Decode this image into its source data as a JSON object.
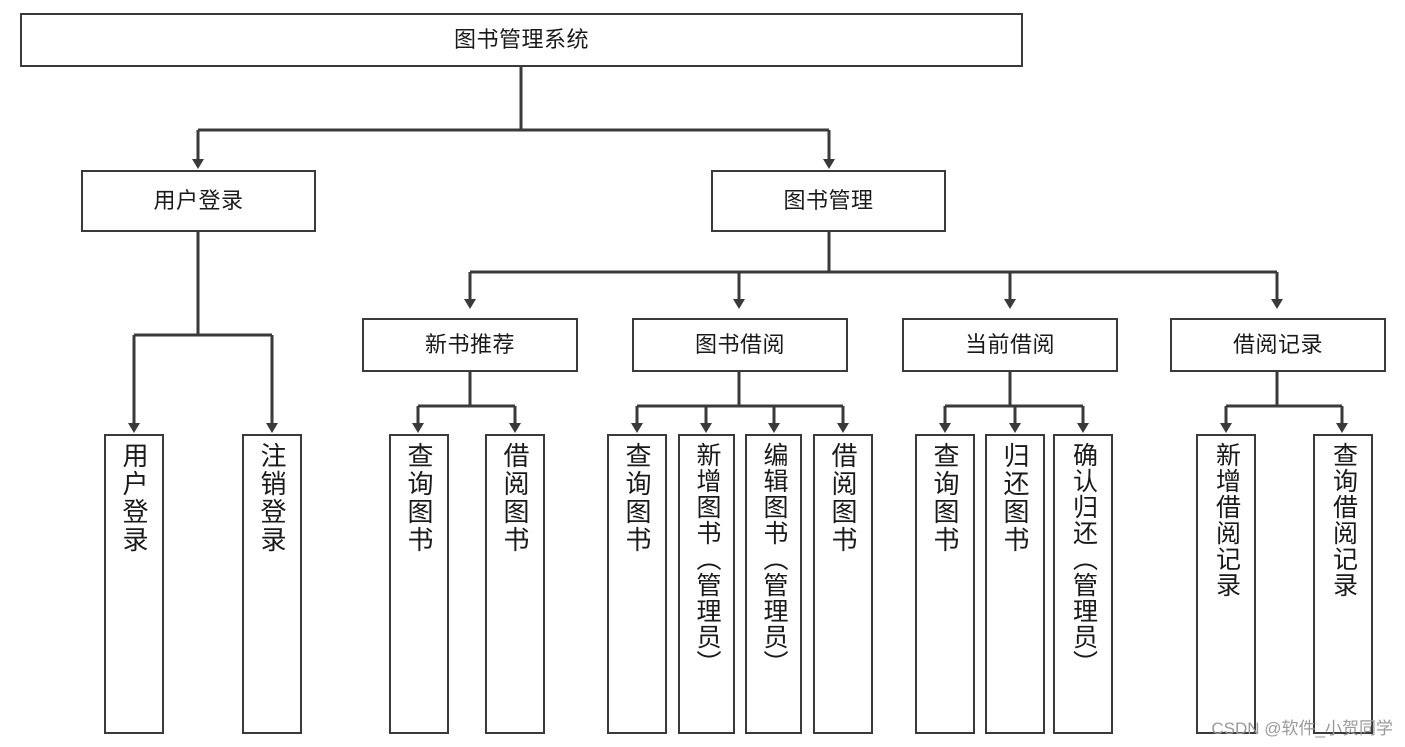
{
  "diagram": {
    "title": "图书管理系统",
    "type": "tree",
    "orientation": "top-down",
    "stroke_color": "#3a3a3a",
    "background_color": "#ffffff",
    "text_color": "#1a1a1a"
  },
  "root": {
    "label": "图书管理系统"
  },
  "level2": [
    {
      "label": "用户登录"
    },
    {
      "label": "图书管理"
    }
  ],
  "level3": [
    {
      "label": "新书推荐"
    },
    {
      "label": "图书借阅"
    },
    {
      "label": "当前借阅"
    },
    {
      "label": "借阅记录"
    }
  ],
  "leaves": {
    "user_login": [
      {
        "label": "用户登录"
      },
      {
        "label": "注销登录"
      }
    ],
    "new_book_recommend": [
      {
        "label": "查询图书"
      },
      {
        "label": "借阅图书"
      }
    ],
    "book_borrow": [
      {
        "label": "查询图书"
      },
      {
        "label": "新增图书（管理员）"
      },
      {
        "label": "编辑图书（管理员）"
      },
      {
        "label": "借阅图书"
      }
    ],
    "current_borrow": [
      {
        "label": "查询图书"
      },
      {
        "label": "归还图书"
      },
      {
        "label": "确认归还（管理员）"
      }
    ],
    "borrow_records": [
      {
        "label": "新增借阅记录"
      },
      {
        "label": "查询借阅记录"
      }
    ]
  },
  "watermark": {
    "text": "CSDN @软件_小贺同学"
  }
}
